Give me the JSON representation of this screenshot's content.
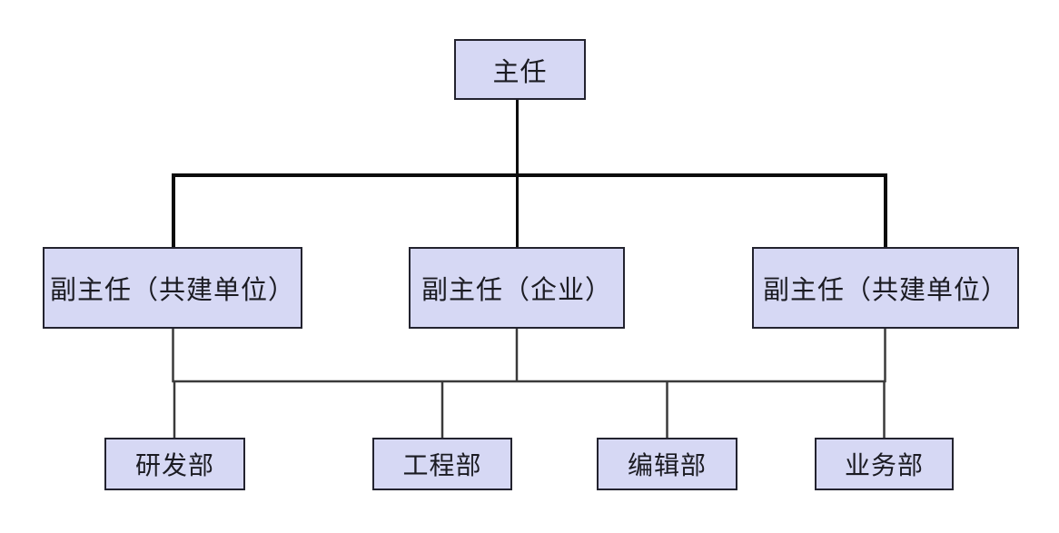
{
  "diagram": {
    "type": "org-chart",
    "nodes": {
      "director": {
        "label": "主任"
      },
      "deputies": [
        {
          "label": "副主任（共建单位）"
        },
        {
          "label": "副主任（企业）"
        },
        {
          "label": "副主任（共建单位）"
        }
      ],
      "departments": [
        {
          "label": "研发部"
        },
        {
          "label": "工程部"
        },
        {
          "label": "编辑部"
        },
        {
          "label": "业务部"
        }
      ]
    },
    "edges": [
      {
        "from": "director",
        "to": "deputies.0"
      },
      {
        "from": "director",
        "to": "deputies.1"
      },
      {
        "from": "director",
        "to": "deputies.2"
      },
      {
        "from": "deputies.0",
        "to": "departments-bus"
      },
      {
        "from": "deputies.1",
        "to": "departments-bus"
      },
      {
        "from": "deputies.2",
        "to": "departments-bus"
      },
      {
        "from": "departments-bus",
        "to": "departments.0"
      },
      {
        "from": "departments-bus",
        "to": "departments.1"
      },
      {
        "from": "departments-bus",
        "to": "departments.2"
      },
      {
        "from": "departments-bus",
        "to": "departments.3"
      }
    ],
    "colors": {
      "background": "#ffffff",
      "node_fill": "#d6d8f4",
      "node_border": "#23232f",
      "connector_primary": "#0c0c0c",
      "connector_secondary": "#3a3a3a"
    }
  }
}
